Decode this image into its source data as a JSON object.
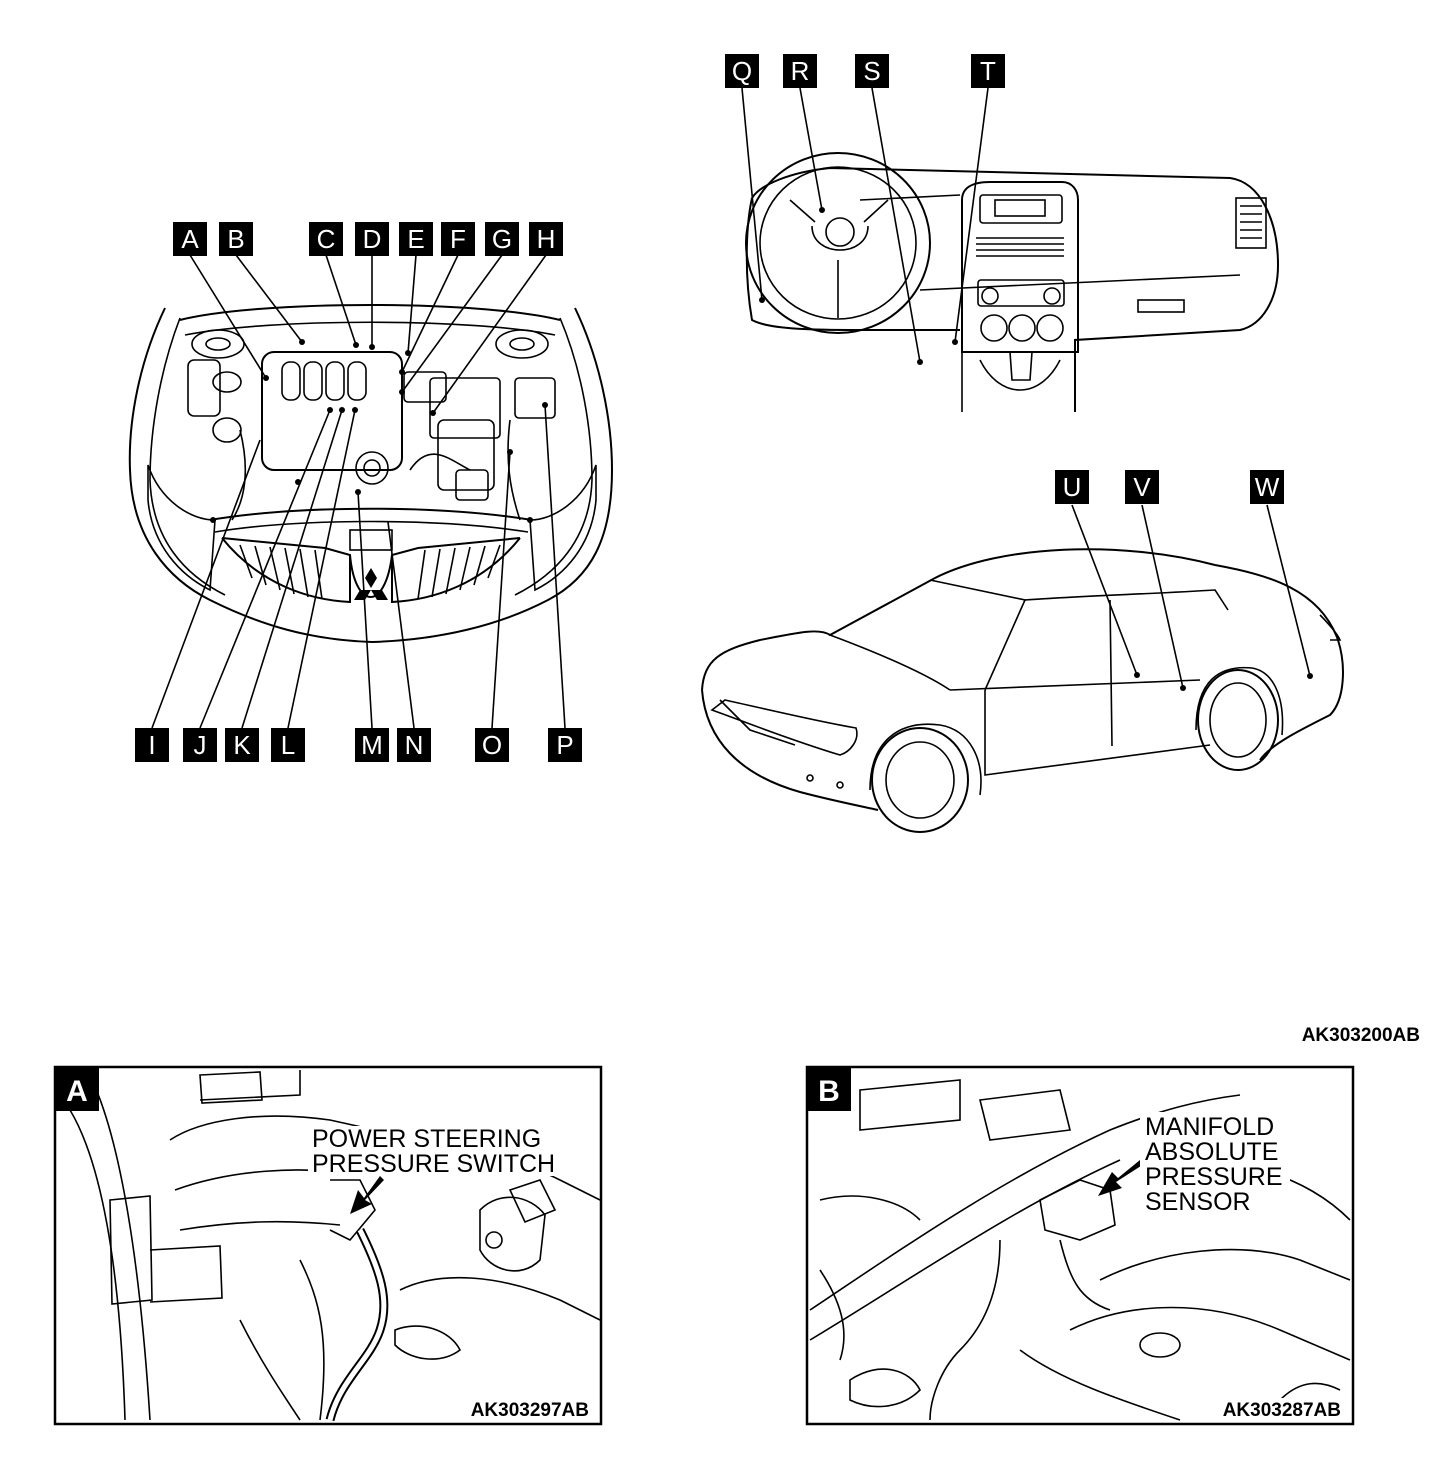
{
  "labels": {
    "A": "A",
    "B": "B",
    "C": "C",
    "D": "D",
    "E": "E",
    "F": "F",
    "G": "G",
    "H": "H",
    "I": "I",
    "J": "J",
    "K": "K",
    "L": "L",
    "M": "M",
    "N": "N",
    "O": "O",
    "P": "P",
    "Q": "Q",
    "R": "R",
    "S": "S",
    "T": "T",
    "U": "U",
    "V": "V",
    "W": "W"
  },
  "figure_code": "AK303200AB",
  "detail_a": {
    "tag": "A",
    "caption_line1": "POWER STEERING",
    "caption_line2": "PRESSURE SWITCH",
    "code": "AK303297AB"
  },
  "detail_b": {
    "tag": "B",
    "caption_line1": "MANIFOLD",
    "caption_line2": "ABSOLUTE",
    "caption_line3": "PRESSURE",
    "caption_line4": "SENSOR",
    "code": "AK303287AB"
  }
}
